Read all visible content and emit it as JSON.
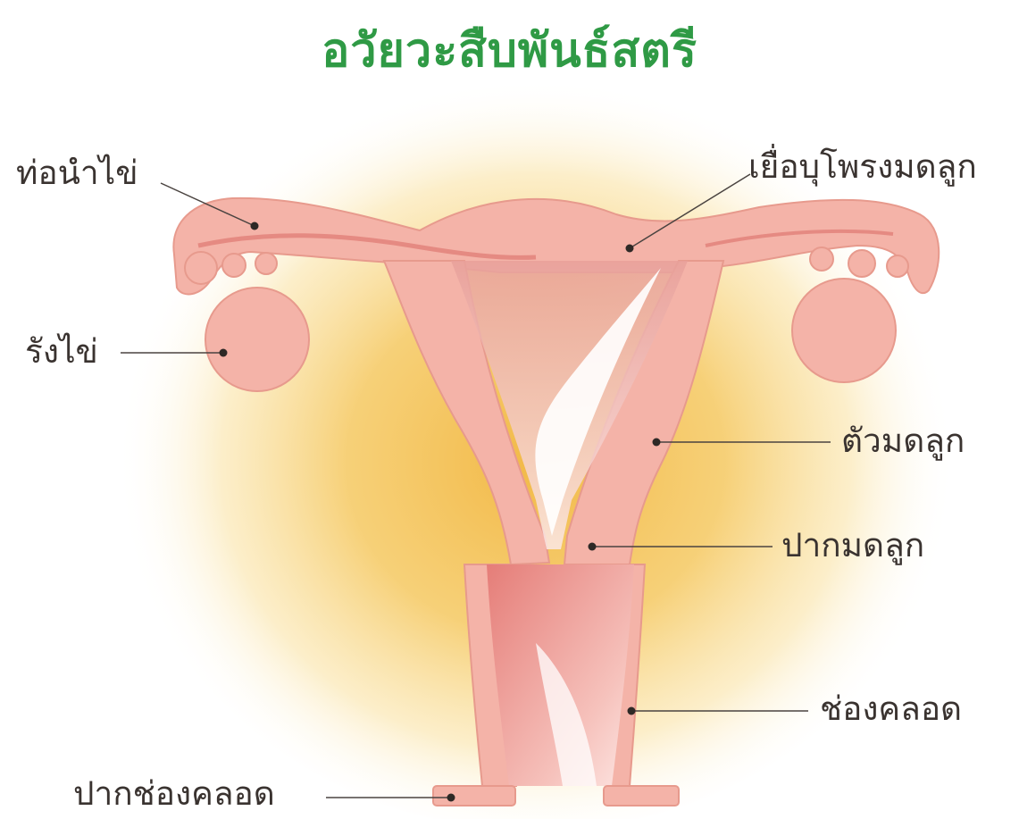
{
  "title": "อวัยวะสืบพันธ์สตรี",
  "labels": {
    "fallopian_tube": "ท่อนำไข่",
    "endometrium": "เยื่อบุโพรงมดลูก",
    "ovary": "รังไข่",
    "uterus_body": "ตัวมดลูก",
    "cervix": "ปากมดลูก",
    "vagina": "ช่องคลอด",
    "vaginal_opening": "ปากช่องคลอด"
  },
  "colors": {
    "title": "#2f9a45",
    "tissue": "#f4b8ac",
    "tissue_edge": "#e79a8d",
    "cavity": "#e48b85",
    "glow": "#f0b43c",
    "leader": "#4a4340"
  }
}
